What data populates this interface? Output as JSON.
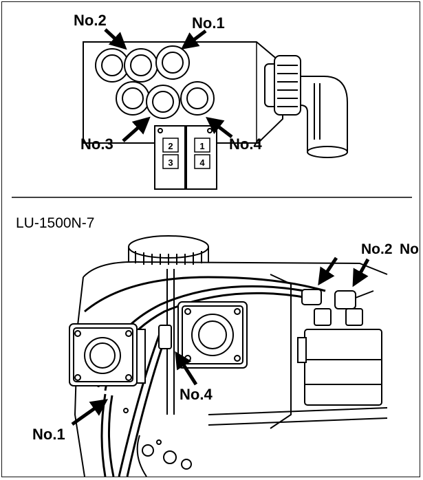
{
  "top_figure": {
    "callouts": {
      "no2": "No.2",
      "no1": "No.1",
      "no3": "No.3",
      "no4": "No.4"
    },
    "plates": {
      "left_upper": "2",
      "left_lower": "3",
      "right_upper": "1",
      "right_lower": "4"
    }
  },
  "bottom_figure": {
    "model_label": "LU-1500N-7",
    "callouts": {
      "no2": "No.2",
      "no3": "No",
      "no4": "No.4",
      "no1": "No.1"
    }
  }
}
